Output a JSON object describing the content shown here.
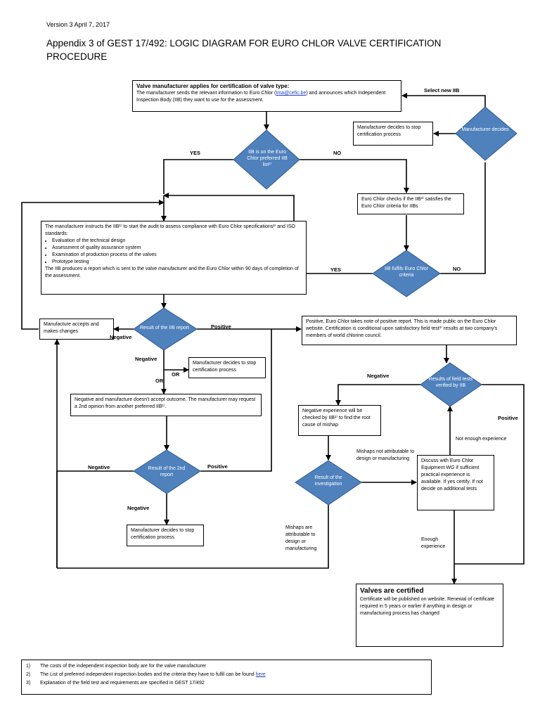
{
  "header": {
    "version": "Version 3 April 7, 2017",
    "title": "Appendix 3 of GEST 17/492: LOGIC DIAGRAM FOR EURO CHLOR VALVE CERTIFICATION PROCEDURE"
  },
  "nodes": {
    "apply_heading": "Valve manufacturer applies for certification of valve type:",
    "apply_text_a": "The manufacturer sends the relevant information to Euro Chlor (",
    "apply_link": "tma@cefic.be",
    "apply_text_b": ") and announces which Independent Inspection Body (IIB) they want to use for the assessment.",
    "decides_stop_1": "Manufacturer decides to stop certification process",
    "manufacturer_decides": "Manufacturer decides",
    "iib_preferred": "IIB is on the Euro Chlor preferred IIB list²⁾",
    "euro_chlor_checks": "Euro Chlor checks if the IIB²⁾ satisfies the Euro Chlor criteria for IIBs",
    "instructs_text": "The manufacturer instructs the IIB¹⁾ to start the audit to assess compliance with Euro Chlor specifications²⁾ and ISO standards:",
    "instructs_items": [
      "Evaluation of the technical design",
      "Assessment of quality assurance system",
      "Examination of production process of the valves",
      "Prototype testing"
    ],
    "instructs_report": "The IIB produces a report which is sent to the valve manufacturer and the Euro Chlor within 90 days of completion of the assessment.",
    "iib_fulfils": "IIB fulfils Euro Chlor criteria",
    "accepts_changes": "Manufacture accepts and makes changes",
    "result_iib_report": "Result of the IIB report",
    "positive_report": "Positive, Euro Chlor takes note of positive report. This is made public on the Euro Chlor website. Certification is conditional upon satisfactory field test³⁾ results at two company's members of world chlorine council.",
    "decides_stop_2": "Manufacturer decides to stop certification process",
    "negative_not_accept": "Negative and manufacture doesn't accept outcome. The manufacturer may request a 2nd opinion from another preferred IIB¹⁾.",
    "result_2nd_report": "Result of the 2nd report",
    "decides_stop_3": "Manufacturer decides to stop certification process",
    "field_tests": "Results of field tests verified by IIB",
    "negative_experience": "Negative experience will be checked by IIB¹⁾ to find the root cause of mishap",
    "result_investigation": "Result of the investigation",
    "discuss_wg": "Discuss with Euro Chlor Equipment WG if sufficient practical experience is available. If yes certify. If not decide on additional tests",
    "certified_heading": "Valves are certified",
    "certified_text": "Certificate will be published on website. Renewal of certificate required in 5 years or earlier if anything in design or manufacturing process has changed"
  },
  "edge_labels": {
    "select_new_iib": "Select new IIB",
    "yes_1": "YES",
    "no_1": "NO",
    "yes_2": "YES",
    "no_2": "NO",
    "positive_1": "Positive",
    "negative_1": "Negative",
    "negative_2": "Negative",
    "or_1": "OR",
    "or_2": "OR",
    "negative_3": "Negative",
    "positive_2": "Positive",
    "negative_4": "Negative",
    "negative_5": "Negative",
    "positive_3": "Positive",
    "not_enough": "Not enough experience",
    "mishaps_not": "Mishaps not attributable to design or manufacturing",
    "mishaps_are": "Mishaps are attributable to design or manufacturing",
    "enough": "Enough experience"
  },
  "footnotes": [
    {
      "num": "1)",
      "text": "The costs of the independent inspection body are for the valve manufacturer"
    },
    {
      "num": "2)",
      "text": "The List of preferred independent inspection bodies and the criteria they have to fulfil can be found ",
      "link": "here"
    },
    {
      "num": "3)",
      "text": "Explanation of the field test and requirements are specified in GEST 17/492"
    }
  ],
  "colors": {
    "diamond_fill": "#4f81bd",
    "diamond_stroke": "#2e5a8a",
    "link": "#1f3fbf"
  }
}
